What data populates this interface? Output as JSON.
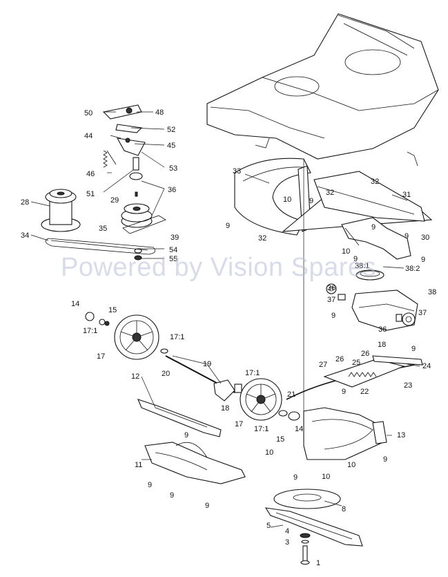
{
  "watermark": "Powered by Vision Spares",
  "callouts": [
    "50",
    "48",
    "52",
    "44",
    "45",
    "53",
    "46",
    "51",
    "29",
    "36",
    "28",
    "35",
    "39",
    "34",
    "54",
    "55",
    "33",
    "32",
    "10",
    "9",
    "31",
    "30",
    "38:1",
    "38:2",
    "38",
    "37",
    "14",
    "15",
    "17:1",
    "17",
    "20",
    "19",
    "18",
    "12",
    "21",
    "27",
    "26",
    "25",
    "24",
    "23",
    "22",
    "13",
    "11",
    "5",
    "4",
    "3",
    "1",
    "8"
  ]
}
